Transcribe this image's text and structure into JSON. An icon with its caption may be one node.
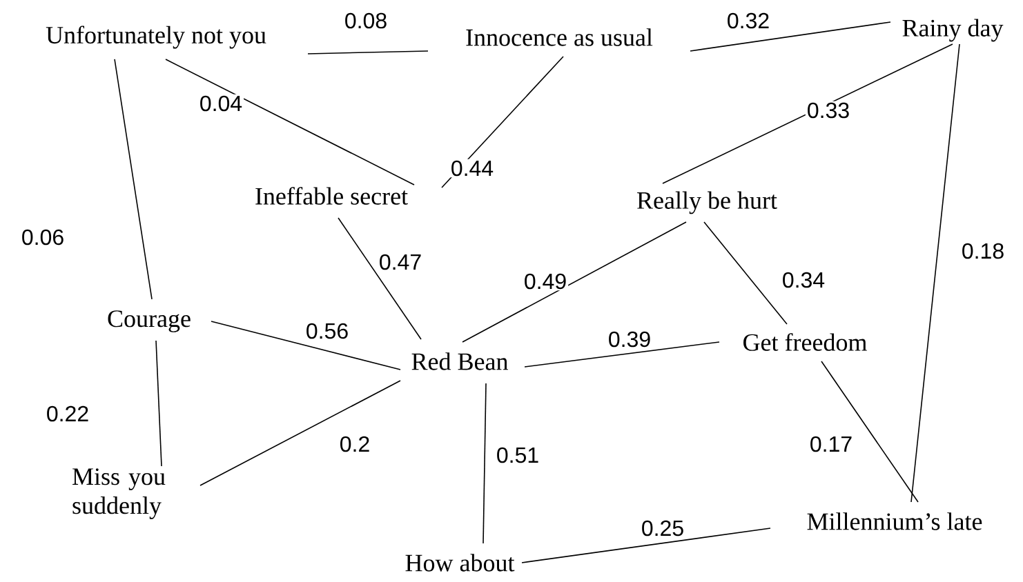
{
  "diagram": {
    "nodes": [
      {
        "text": [
          "Unfortunately not you"
        ]
      },
      {
        "text": [
          "Innocence as usual"
        ]
      },
      {
        "text": [
          "Rainy day"
        ]
      },
      {
        "text": [
          "Ineffable secret"
        ]
      },
      {
        "text": [
          "Really be hurt"
        ]
      },
      {
        "text": [
          "Courage"
        ]
      },
      {
        "text": [
          "Red Bean"
        ]
      },
      {
        "text": [
          "Get freedom"
        ]
      },
      {
        "text": [
          "Miss you suddenly"
        ]
      },
      {
        "text": [
          "How about"
        ]
      },
      {
        "text": [
          "Millennium’s late"
        ]
      }
    ],
    "edges": [
      {
        "from": 0,
        "to": 1,
        "arrow": "none",
        "label": "0.08"
      },
      {
        "from": 1,
        "to": 2,
        "arrow": "none",
        "label": "0.32"
      },
      {
        "from": 0,
        "to": 3,
        "arrow": "none",
        "label": "0.04"
      },
      {
        "from": 1,
        "to": 3,
        "arrow": "none",
        "label": "0.44"
      },
      {
        "from": 2,
        "to": 4,
        "arrow": "none",
        "label": "0.33"
      },
      {
        "from": 2,
        "to": 10,
        "arrow": "none",
        "label": "0.18"
      },
      {
        "from": 0,
        "to": 5,
        "arrow": "none",
        "label": "0.06"
      },
      {
        "from": 3,
        "to": 6,
        "arrow": "none",
        "label": "0.47"
      },
      {
        "from": 4,
        "to": 6,
        "arrow": "none",
        "label": "0.49"
      },
      {
        "from": 4,
        "to": 7,
        "arrow": "none",
        "label": "0.34"
      },
      {
        "from": 5,
        "to": 6,
        "arrow": "none",
        "label": "0.56"
      },
      {
        "from": 6,
        "to": 7,
        "arrow": "none",
        "label": "0.39"
      },
      {
        "from": 5,
        "to": 8,
        "arrow": "none",
        "label": "0.22"
      },
      {
        "from": 6,
        "to": 8,
        "arrow": "none",
        "label": "0.2"
      },
      {
        "from": 6,
        "to": 9,
        "arrow": "none",
        "label": "0.51"
      },
      {
        "from": 7,
        "to": 10,
        "arrow": "none",
        "label": "0.17"
      },
      {
        "from": 9,
        "to": 10,
        "arrow": "none",
        "label": "0.25"
      }
    ]
  }
}
